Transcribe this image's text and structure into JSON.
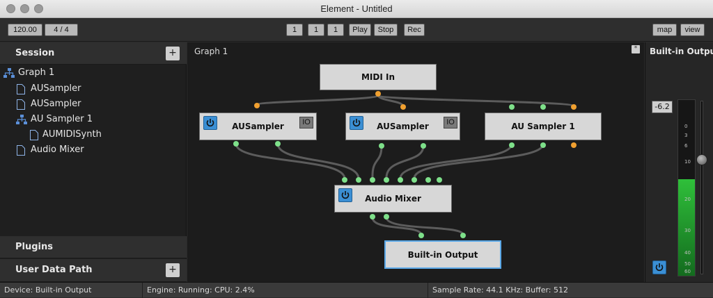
{
  "window": {
    "title": "Element - Untitled"
  },
  "toolbar": {
    "tempo": "120.00",
    "time_signature": "4 / 4",
    "bar": "1",
    "beat": "1",
    "tick": "1",
    "play_label": "Play",
    "stop_label": "Stop",
    "rec_label": "Rec",
    "map_label": "map",
    "view_label": "view"
  },
  "sidebar": {
    "session_label": "Session",
    "session_add": "+",
    "tree": [
      {
        "label": "Graph 1",
        "icon": "graph-icon",
        "depth": 0
      },
      {
        "label": "AUSampler",
        "icon": "document-icon",
        "depth": 1
      },
      {
        "label": "AUSampler",
        "icon": "document-icon",
        "depth": 1
      },
      {
        "label": "AU Sampler 1",
        "icon": "graph-icon",
        "depth": 1
      },
      {
        "label": "AUMIDISynth",
        "icon": "document-icon",
        "depth": 2
      },
      {
        "label": "Audio Mixer",
        "icon": "document-icon",
        "depth": 1
      }
    ],
    "plugins_label": "Plugins",
    "user_data_label": "User Data Path",
    "user_data_add": "+"
  },
  "graph": {
    "title": "Graph 1",
    "corner_btn": "*",
    "nodes": {
      "midi_in": {
        "label": "MIDI In"
      },
      "ausampler_a": {
        "label": "AUSampler",
        "io": "IO",
        "power_icon": "power-icon"
      },
      "ausampler_b": {
        "label": "AUSampler",
        "io": "IO",
        "power_icon": "power-icon"
      },
      "au_sampler_1": {
        "label": "AU Sampler 1"
      },
      "audio_mixer": {
        "label": "Audio Mixer",
        "power_icon": "power-icon"
      },
      "builtin_output": {
        "label": "Built-in Output"
      }
    },
    "colors": {
      "audio_port": "#7ee08a",
      "midi_port": "#f0a030",
      "wire": "#5c5c5c",
      "selected": "#5aa8e8",
      "power": "#3b8fd4"
    }
  },
  "meter": {
    "title": "Built-in Output",
    "gain_db": "-6.2",
    "scale": [
      "0",
      "3",
      "6",
      "10",
      "20",
      "30",
      "40",
      "50",
      "60"
    ],
    "level": 0.55,
    "power_icon": "power-icon"
  },
  "status": {
    "device": "Device: Built-in Output",
    "engine": "Engine: Running:  CPU: 2.4%",
    "sample_rate": "Sample Rate: 44.1 KHz:  Buffer: 512"
  }
}
